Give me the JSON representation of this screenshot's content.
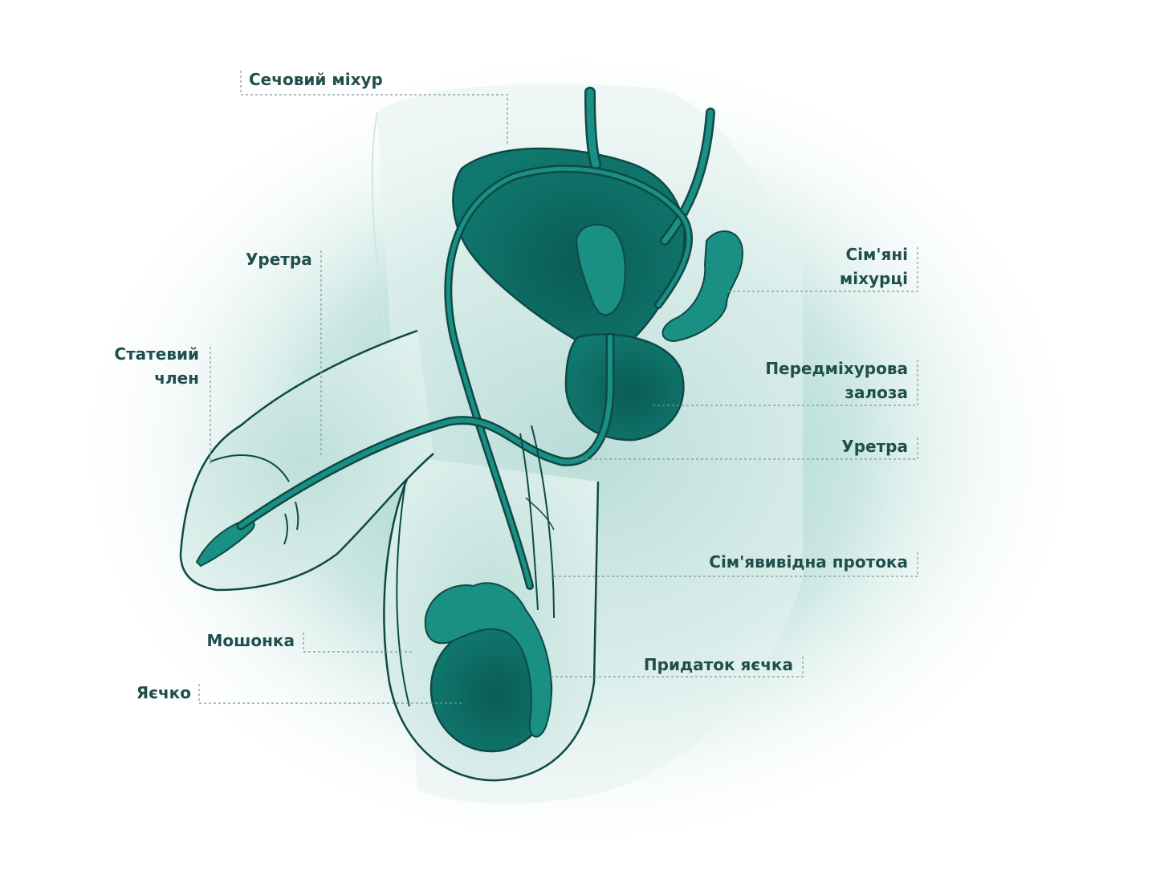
{
  "colors": {
    "outline": "#0e4a45",
    "organ": "#0c6f66",
    "organ_light": "#1a8f84",
    "skin": "#d7ece8",
    "glow": "#8cc9c0",
    "leader": "#7a9995",
    "label_text": "#1f4f4c"
  },
  "labels": {
    "bladder": "Сечовий міхур",
    "urethra_left": "Уретра",
    "penis_line1": "Статевий",
    "penis_line2": "член",
    "scrotum": "Мошонка",
    "testicle": "Яєчко",
    "seminal_vesicles_line1": "Сім'яні",
    "seminal_vesicles_line2": "міхурці",
    "prostate_line1": "Передміхурова",
    "prostate_line2": "залоза",
    "urethra_right": "Уретра",
    "vas_deferens": "Сім'явивідна протока",
    "epididymis": "Придаток яєчка"
  }
}
